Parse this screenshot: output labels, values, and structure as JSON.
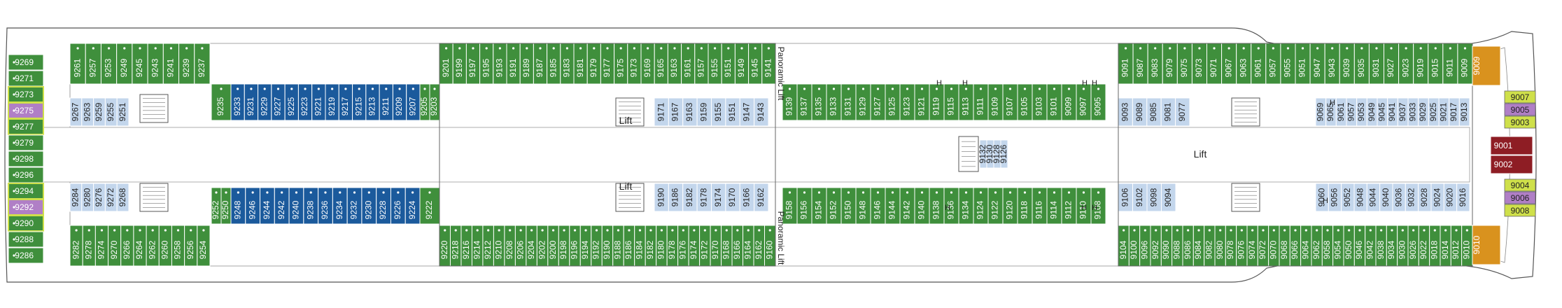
{
  "labels": {
    "lift": "Lift",
    "panoramic_lift": "Panoramic Lift"
  },
  "colors": {
    "green": "#3f8f3c",
    "light_blue": "#c3d6ec",
    "dark_blue": "#1b5a9c",
    "purple": "#b07fc6",
    "yellow_green": "#cfe04a",
    "orange": "#d9921e",
    "maroon": "#8e1d24",
    "outline": "#555555"
  },
  "bands": {
    "top_outer": [
      "9261",
      "9257",
      "9253",
      "9249",
      "9245",
      "9243",
      "9241",
      "9239",
      "9237",
      "9201",
      "9199",
      "9197",
      "9195",
      "9193",
      "9191",
      "9189",
      "9187",
      "9185",
      "9183",
      "9181",
      "9179",
      "9177",
      "9175",
      "9173",
      "9169",
      "9165",
      "9163",
      "9161",
      "9157",
      "9155",
      "9151",
      "9149",
      "9145",
      "9141",
      "9091",
      "9087",
      "9083",
      "9079",
      "9075",
      "9073",
      "9071",
      "9067",
      "9063",
      "9061",
      "9057",
      "9055",
      "9051",
      "9047",
      "9043",
      "9039",
      "9035",
      "9031",
      "9027",
      "9023",
      "9019",
      "9015",
      "9011",
      "9009"
    ],
    "top_inner_left": [
      "9235",
      "9233",
      "9231",
      "9229",
      "9227",
      "9225",
      "9223",
      "9221",
      "9219",
      "9217",
      "9215",
      "9213",
      "9211",
      "9209",
      "9207",
      "9205",
      "9203"
    ],
    "top_inner_mid": [
      "9139",
      "9137",
      "9135",
      "9133",
      "9131",
      "9129",
      "9127",
      "9125",
      "9123",
      "9121",
      "9119",
      "9115",
      "9113",
      "9111",
      "9109",
      "9107",
      "9105",
      "9103",
      "9101",
      "9099",
      "9097",
      "9095"
    ],
    "top_light_left": [
      "9267",
      "9263",
      "9259",
      "9255",
      "9251"
    ],
    "top_light_mid": [
      "9171",
      "9167",
      "9163",
      "9159",
      "9155",
      "9151",
      "9147",
      "9143"
    ],
    "top_light_right": [
      "9093",
      "9089",
      "9085",
      "9081",
      "9077",
      "9069",
      "9065",
      "9061",
      "9057",
      "9053",
      "9049",
      "9045",
      "9041",
      "9037",
      "9033",
      "9029",
      "9025",
      "9021",
      "9017",
      "9013"
    ],
    "center_mid": [
      "9132",
      "9130",
      "9128",
      "9126"
    ],
    "bottom_light_left": [
      "9284",
      "9280",
      "9276",
      "9272",
      "9268"
    ],
    "bottom_light_mid": [
      "9190",
      "9186",
      "9182",
      "9178",
      "9174",
      "9170",
      "9166",
      "9162"
    ],
    "bottom_light_right": [
      "9106",
      "9102",
      "9098",
      "9094",
      "9060",
      "9056",
      "9052",
      "9048",
      "9044",
      "9040",
      "9036",
      "9032",
      "9028",
      "9024",
      "9020",
      "9016"
    ],
    "bottom_inner_left": [
      "9252",
      "9250",
      "9248",
      "9246",
      "9244",
      "9242",
      "9240",
      "9238",
      "9236",
      "9234",
      "9232",
      "9230",
      "9228",
      "9226",
      "9224",
      "9222"
    ],
    "bottom_inner_mid": [
      "9158",
      "9156",
      "9154",
      "9152",
      "9150",
      "9148",
      "9146",
      "9144",
      "9142",
      "9140",
      "9138",
      "9136",
      "9134",
      "9124",
      "9122",
      "9120",
      "9118",
      "9116",
      "9114",
      "9112",
      "9110",
      "9108"
    ],
    "bottom_outer": [
      "9282",
      "9278",
      "9274",
      "9270",
      "9266",
      "9264",
      "9262",
      "9260",
      "9258",
      "9256",
      "9254",
      "9220",
      "9218",
      "9216",
      "9214",
      "9212",
      "9210",
      "9208",
      "9206",
      "9204",
      "9202",
      "9200",
      "9198",
      "9196",
      "9194",
      "9192",
      "9190",
      "9188",
      "9186",
      "9184",
      "9182",
      "9180",
      "9178",
      "9176",
      "9174",
      "9172",
      "9170",
      "9168",
      "9166",
      "9164",
      "9162",
      "9160",
      "9104",
      "9100",
      "9096",
      "9092",
      "9090",
      "9088",
      "9086",
      "9084",
      "9082",
      "9080",
      "9078",
      "9076",
      "9074",
      "9072",
      "9070",
      "9068",
      "9066",
      "9064",
      "9062",
      "9058",
      "9054",
      "9050",
      "9046",
      "9042",
      "9038",
      "9034",
      "9030",
      "9026",
      "9022",
      "9018",
      "9014",
      "9012",
      "9010"
    ]
  },
  "stern_cabins": [
    "9269",
    "9271",
    "9273",
    "9275",
    "9277",
    "9279",
    "9298",
    "9296",
    "9294",
    "9292",
    "9290",
    "9288",
    "9286"
  ],
  "bow_cabins": {
    "top_suites": [
      "9007",
      "9005",
      "9003"
    ],
    "bottom_suites": [
      "9004",
      "9006",
      "9008"
    ],
    "center": [
      "9001",
      "9002"
    ],
    "orange": [
      "9009",
      "9010"
    ]
  },
  "h_marks": [
    "H",
    "H",
    "H",
    "H",
    "H",
    "H",
    "H",
    "H",
    "H"
  ]
}
